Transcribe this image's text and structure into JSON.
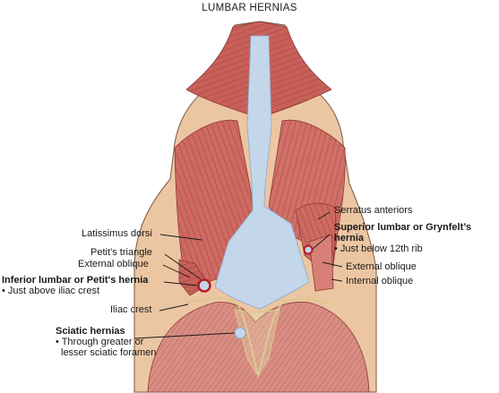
{
  "title": "LUMBAR HERNIAS",
  "labels": {
    "latissimus": "Latissimus dorsi",
    "petits_triangle": "Petit’s triangle",
    "external_oblique_left": "External oblique",
    "inferior_title": "Inferior lumbar or Petit's hernia",
    "inferior_note": "• Just above iliac crest",
    "iliac_crest": "Iliac crest",
    "sciatic_title": "Sciatic hernias",
    "sciatic_note_1": "• Through greater or",
    "sciatic_note_2": "lesser sciatic foramen",
    "serratus": "Serratus anteriors",
    "superior_title_1": "Superior lumbar or Grynfelt’s",
    "superior_title_2": "hernia",
    "superior_note": "• Just below 12th rib",
    "external_oblique_right": "External oblique",
    "internal_oblique": "Internal oblique"
  },
  "colors": {
    "skin": "#ecc6a2",
    "muscle": "#c8605a",
    "muscle_light": "#dd8a80",
    "fascia": "#c3d6ea",
    "hernia_ring": "#b81c24",
    "outline": "#5a3a2a"
  }
}
